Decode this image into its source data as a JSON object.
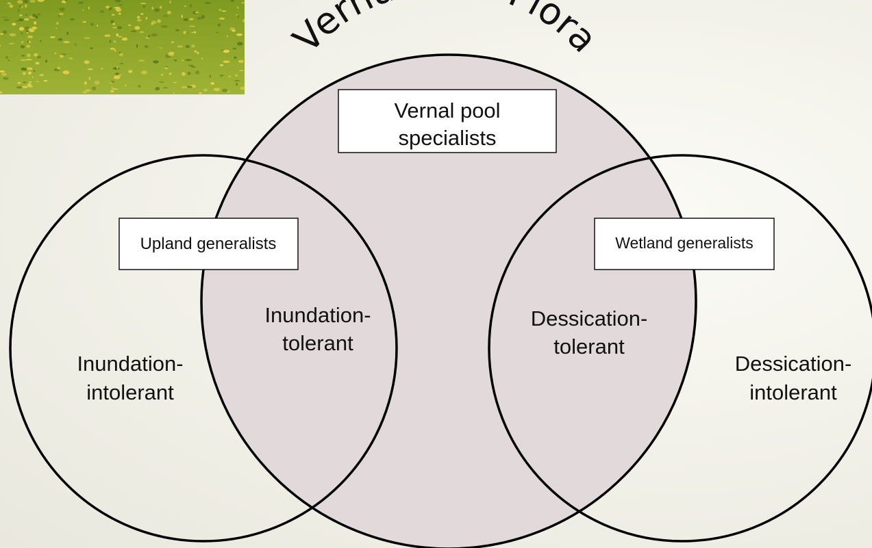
{
  "title": "Vernal Pool Flora",
  "colors": {
    "center_fill": "#e2d9da",
    "circle_stroke": "#000000",
    "background": "#f3f2ea",
    "photo_grass": "#8aa524",
    "photo_flowers": "#e4d24a"
  },
  "photo": {
    "icon": "meadow-photo"
  },
  "boxes": {
    "vernal_line1": "Vernal pool",
    "vernal_line2": "specialists",
    "upland": "Upland generalists",
    "wetland": "Wetland generalists"
  },
  "regions": {
    "left_outer_line1": "Inundation-",
    "left_outer_line2": "intolerant",
    "left_overlap_line1": "Inundation-",
    "left_overlap_line2": "tolerant",
    "right_overlap_line1": "Dessication-",
    "right_overlap_line2": "tolerant",
    "right_outer_line1": "Dessication-",
    "right_outer_line2": "intolerant"
  }
}
